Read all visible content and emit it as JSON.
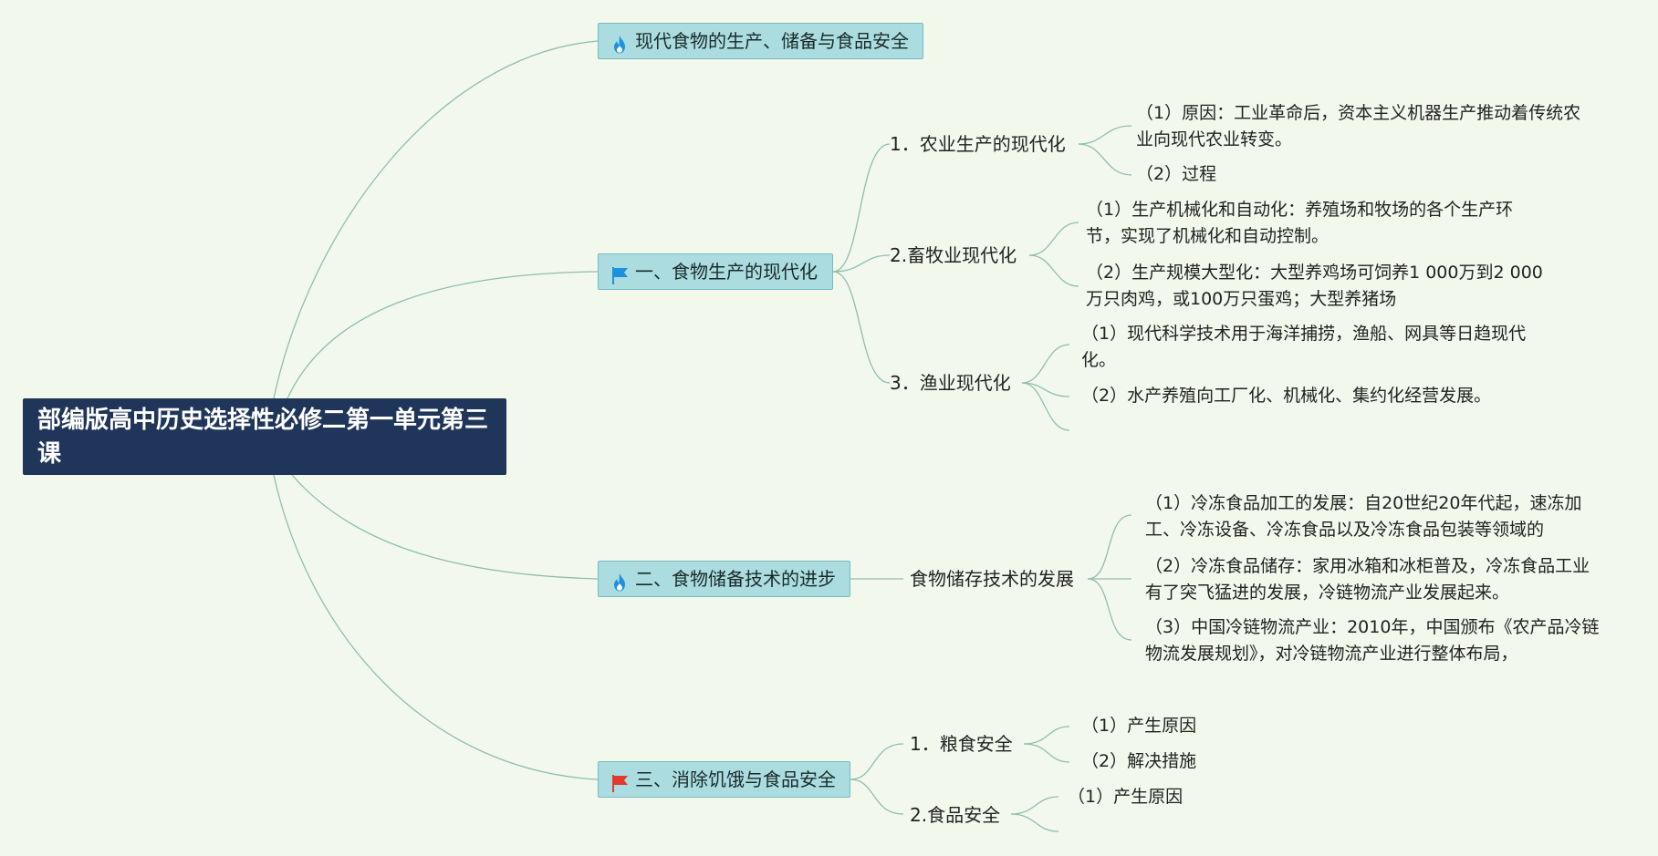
{
  "root": {
    "title": "部编版高中历史选择性必修二第一单元第三课"
  },
  "topics": {
    "t0": {
      "label": "现代食物的生产、储备与食品安全",
      "icon": "fire-icon"
    },
    "t1": {
      "label": "一、食物生产的现代化",
      "icon": "flag-blue-icon",
      "c1": {
        "label": "1．农业生产的现代化",
        "d1": "（1）原因：工业革命后，资本主义机器生产推动着传统农业向现代农业转变。",
        "d2": "（2）过程"
      },
      "c2": {
        "label": "2.畜牧业现代化",
        "d1": "（1）生产机械化和自动化：养殖场和牧场的各个生产环节，实现了机械化和自动控制。",
        "d2": "（2）生产规模大型化：大型养鸡场可饲养1 000万到2 000万只肉鸡，或100万只蛋鸡；大型养猪场"
      },
      "c3": {
        "label": "3．渔业现代化",
        "d1": "（1）现代科学技术用于海洋捕捞，渔船、网具等日趋现代化。",
        "d2": "（2）水产养殖向工厂化、机械化、集约化经营发展。"
      }
    },
    "t2": {
      "label": "二、食物储备技术的进步",
      "icon": "fire-icon",
      "c1": {
        "label": "食物储存技术的发展",
        "d1": "（1）冷冻食品加工的发展：自20世纪20年代起，速冻加工、冷冻设备、冷冻食品以及冷冻食品包装等领域的",
        "d2": "（2）冷冻食品储存：家用冰箱和冰柜普及，冷冻食品工业有了突飞猛进的发展，冷链物流产业发展起来。",
        "d3": "（3）中国冷链物流产业：2010年，中国颁布《农产品冷链物流发展规划》，对冷链物流产业进行整体布局，"
      }
    },
    "t3": {
      "label": "三、消除饥饿与食品安全",
      "icon": "flag-red-icon",
      "c1": {
        "label": "1．粮食安全",
        "d1": "（1）产生原因",
        "d2": "（2）解决措施"
      },
      "c2": {
        "label": "2.食品安全",
        "d1": "（1）产生原因"
      }
    }
  },
  "colors": {
    "background": "#f2f9ec",
    "root_fill": "#1f3559",
    "topic_fill": "#abdde0",
    "connector": "#8fbfa6",
    "flag_blue": "#1f8fe0",
    "flag_red": "#e23a2e",
    "fire": "#1f8fe0"
  }
}
